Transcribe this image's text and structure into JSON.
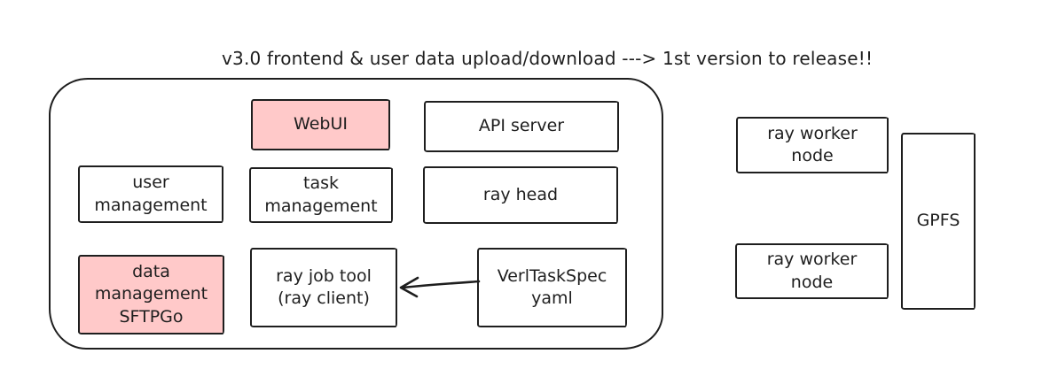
{
  "title": "v3.0 frontend & user data upload/download ---> 1st version to release!!",
  "colors": {
    "stroke": "#1e1e1e",
    "pink_fill": "#ffc9c9",
    "white_fill": "#ffffff",
    "background": "#ffffff"
  },
  "boxes": {
    "webui": {
      "label": "WebUI",
      "fill": "pink"
    },
    "api_server": {
      "label": "API server",
      "fill": "white"
    },
    "user_management": {
      "label": "user\nmanagement",
      "fill": "white"
    },
    "task_management": {
      "label": "task\nmanagement",
      "fill": "white"
    },
    "ray_head": {
      "label": "ray head",
      "fill": "white"
    },
    "data_management": {
      "label": "data\nmanagement\nSFTPGo",
      "fill": "pink"
    },
    "ray_job_tool": {
      "label": "ray job tool\n(ray client)",
      "fill": "white"
    },
    "verl_task_spec": {
      "label": "VerlTaskSpec\nyaml",
      "fill": "white"
    },
    "ray_worker_top": {
      "label": "ray worker\nnode",
      "fill": "white"
    },
    "ray_worker_bottom": {
      "label": "ray worker\nnode",
      "fill": "white"
    },
    "gpfs": {
      "label": "GPFS",
      "fill": "white"
    }
  },
  "arrow": {
    "from": "VerlTaskSpec yaml",
    "to": "ray job tool (ray client)",
    "direction": "right-to-left"
  }
}
